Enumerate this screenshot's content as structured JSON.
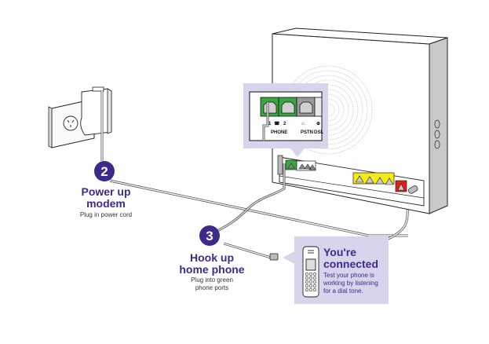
{
  "steps": [
    {
      "number": "2",
      "title_line1": "Power up",
      "title_line2": "modem",
      "subtitle": "Plug in power cord"
    },
    {
      "number": "3",
      "title_line1": "Hook up",
      "title_line2": "home phone",
      "subtitle_line1": "Plug into green",
      "subtitle_line2": "phone ports"
    }
  ],
  "callout": {
    "title_line1": "You're",
    "title_line2": "connected",
    "text_line1": "Test your phone is",
    "text_line2": "working by listening",
    "text_line3": "for a dial tone."
  },
  "port_panel": {
    "labels": {
      "port1": "1",
      "port2": "2",
      "phone": "PHONE",
      "pstn": "PSTN",
      "dsl": "DSL"
    },
    "icons": [
      "phone-handset-icon",
      "house-phone-icon",
      "globe-icon"
    ]
  },
  "colors": {
    "brand_purple": "#3d2a8a",
    "callout_bg": "#d8d4ec",
    "phone_port_green": "#3aa640",
    "lan_port_yellow": "#f5ea1a",
    "wan_port_red": "#e02020",
    "pstn_grey": "#9a9a9a",
    "dsl_light": "#e8e8e8"
  }
}
